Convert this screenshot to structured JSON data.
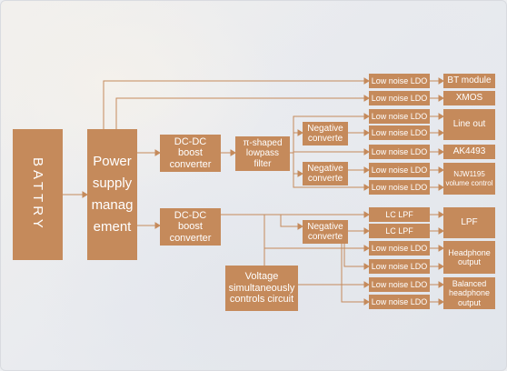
{
  "colors": {
    "block": "#c58a5b",
    "line": "#c58a5b",
    "text": "#ffffff"
  },
  "blocks": {
    "battery": "BATTRY",
    "power": "Power supply manag ement",
    "dcdc1": "DC-DC boost converter",
    "dcdc2": "DC-DC boost converter",
    "pi_filter": "π-shaped lowpass filter",
    "voltage": "Voltage simultaneously controls circuit",
    "neg1": "Negative converte",
    "neg2": "Negative converte",
    "neg3": "Negative converte",
    "ldo1": "Low noise LDO",
    "ldo2": "Low noise LDO",
    "ldo3": "Low noise LDO",
    "ldo4": "Low noise LDO",
    "ldo5": "Low noise LDO",
    "ldo6": "Low noise LDO",
    "ldo7": "Low noise LDO",
    "lclpf1": "LC LPF",
    "lclpf2": "LC LPF",
    "ldo8": "Low noise LDO",
    "ldo9": "Low noise LDO",
    "ldo10": "Low noise LDO",
    "ldo11": "Low noise LDO",
    "bt": "BT module",
    "xmos": "XMOS",
    "lineout": "Line out",
    "ak4493": "AK4493",
    "njw": "NJW1195 volume control",
    "lpf": "LPF",
    "headphone": "Headphone output",
    "balanced": "Balanced headphone output"
  }
}
